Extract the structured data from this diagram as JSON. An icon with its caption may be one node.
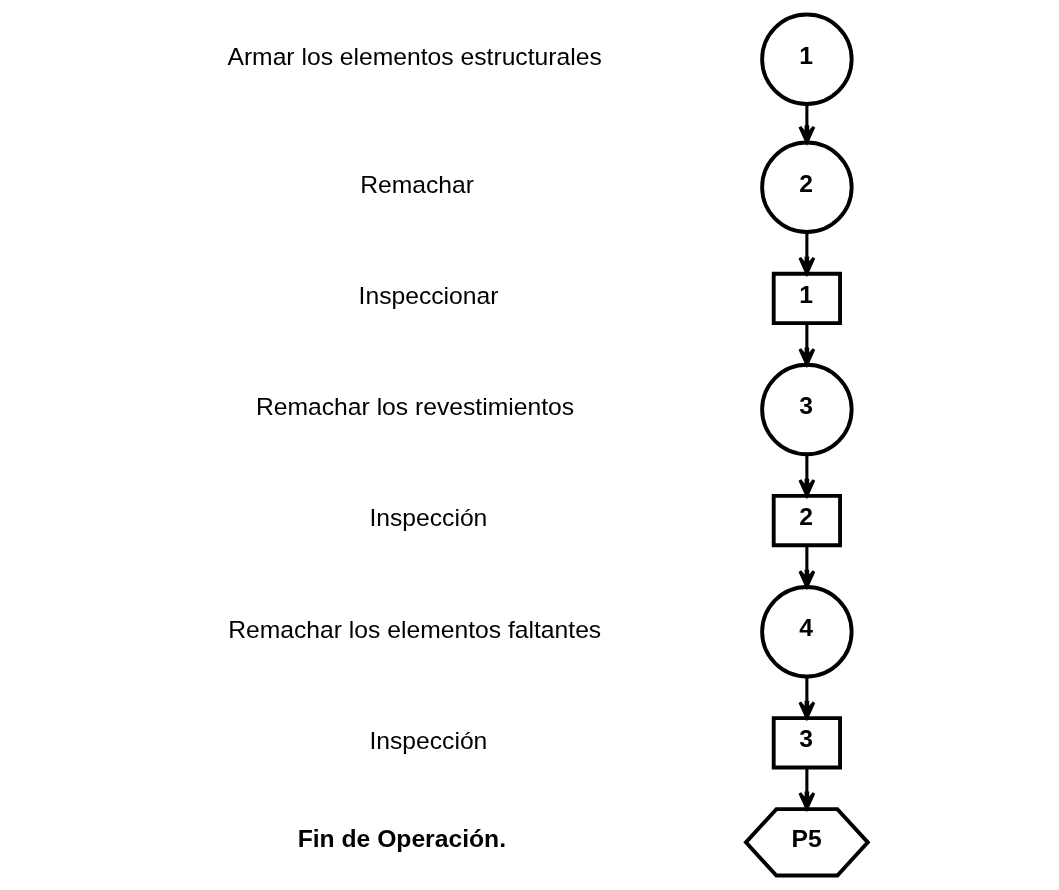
{
  "diagram": {
    "nodes": [
      {
        "text": [
          "1"
        ]
      },
      {
        "text": [
          "2"
        ]
      },
      {
        "text": [
          "1"
        ]
      },
      {
        "text": [
          "3"
        ]
      },
      {
        "text": [
          "2"
        ]
      },
      {
        "text": [
          "4"
        ]
      },
      {
        "text": [
          "3"
        ]
      },
      {
        "text": [
          "P5"
        ]
      }
    ],
    "edges": [
      {
        "from": 0,
        "to": 1,
        "arrow": "to"
      },
      {
        "from": 1,
        "to": 2,
        "arrow": "to"
      },
      {
        "from": 2,
        "to": 3,
        "arrow": "to"
      },
      {
        "from": 3,
        "to": 4,
        "arrow": "to"
      },
      {
        "from": 4,
        "to": 5,
        "arrow": "to"
      },
      {
        "from": 5,
        "to": 6,
        "arrow": "to"
      },
      {
        "from": 6,
        "to": 7,
        "arrow": "to"
      }
    ],
    "labels": [
      "Armar los elementos estructurales",
      "Remachar",
      "Inspeccionar",
      "Remachar los revestimientos",
      "Inspección",
      "Remachar los elementos faltantes",
      "Inspección",
      "Fin de Operación."
    ]
  }
}
